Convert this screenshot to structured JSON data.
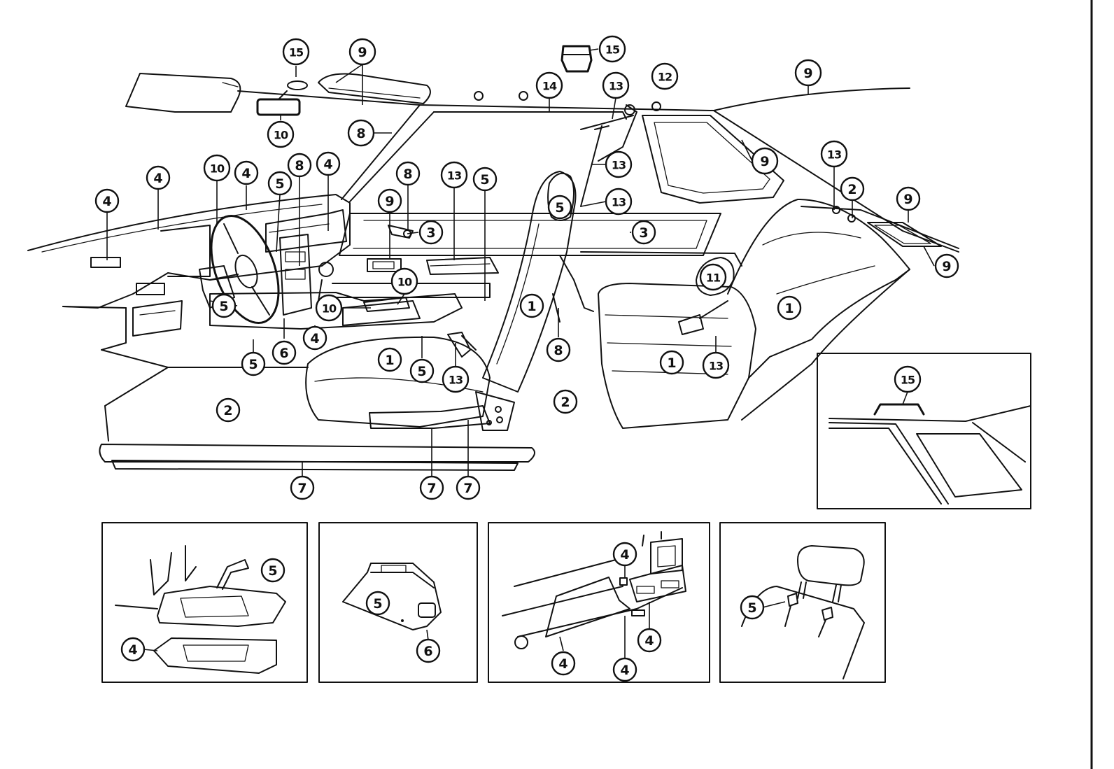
{
  "callouts": {
    "main": [
      {
        "id": "m1",
        "num": "15"
      },
      {
        "id": "m2",
        "num": "9"
      },
      {
        "id": "m3",
        "num": "15"
      },
      {
        "id": "m4",
        "num": "9"
      },
      {
        "id": "m5",
        "num": "12"
      },
      {
        "id": "m6",
        "num": "14"
      },
      {
        "id": "m7",
        "num": "13"
      },
      {
        "id": "m8",
        "num": "10"
      },
      {
        "id": "m9",
        "num": "8"
      },
      {
        "id": "m10",
        "num": "13"
      },
      {
        "id": "m11",
        "num": "9"
      },
      {
        "id": "m12",
        "num": "13"
      },
      {
        "id": "m13",
        "num": "2"
      },
      {
        "id": "m14",
        "num": "9"
      },
      {
        "id": "m15",
        "num": "9"
      },
      {
        "id": "m16",
        "num": "4"
      },
      {
        "id": "m17",
        "num": "10"
      },
      {
        "id": "m18",
        "num": "4"
      },
      {
        "id": "m19",
        "num": "8"
      },
      {
        "id": "m20",
        "num": "4"
      },
      {
        "id": "m21",
        "num": "4"
      },
      {
        "id": "m22",
        "num": "5"
      },
      {
        "id": "m23",
        "num": "8"
      },
      {
        "id": "m24",
        "num": "13"
      },
      {
        "id": "m25",
        "num": "5"
      },
      {
        "id": "m26",
        "num": "9"
      },
      {
        "id": "m27",
        "num": "3"
      },
      {
        "id": "m28",
        "num": "5"
      },
      {
        "id": "m29",
        "num": "13"
      },
      {
        "id": "m30",
        "num": "3"
      },
      {
        "id": "m31",
        "num": "11"
      },
      {
        "id": "m32",
        "num": "10"
      },
      {
        "id": "m33",
        "num": "10"
      },
      {
        "id": "m34",
        "num": "1"
      },
      {
        "id": "m35",
        "num": "1"
      },
      {
        "id": "m36",
        "num": "5"
      },
      {
        "id": "m37",
        "num": "6"
      },
      {
        "id": "m38",
        "num": "4"
      },
      {
        "id": "m39",
        "num": "8"
      },
      {
        "id": "m40",
        "num": "5"
      },
      {
        "id": "m41",
        "num": "1"
      },
      {
        "id": "m42",
        "num": "5"
      },
      {
        "id": "m43",
        "num": "13"
      },
      {
        "id": "m44",
        "num": "1"
      },
      {
        "id": "m45",
        "num": "13"
      },
      {
        "id": "m46",
        "num": "2"
      },
      {
        "id": "m47",
        "num": "2"
      },
      {
        "id": "m48",
        "num": "7"
      },
      {
        "id": "m49",
        "num": "7"
      },
      {
        "id": "m50",
        "num": "7"
      }
    ],
    "inset_handle": [
      {
        "id": "i1",
        "num": "15"
      }
    ],
    "inset_console": [
      {
        "id": "c1",
        "num": "5"
      },
      {
        "id": "c2",
        "num": "4"
      }
    ],
    "inset_column": [
      {
        "id": "k1",
        "num": "5"
      },
      {
        "id": "k2",
        "num": "6"
      }
    ],
    "inset_glovebox": [
      {
        "id": "g1",
        "num": "4"
      },
      {
        "id": "g2",
        "num": "4"
      },
      {
        "id": "g3",
        "num": "4"
      },
      {
        "id": "g4",
        "num": "4"
      }
    ],
    "inset_headrest": [
      {
        "id": "h1",
        "num": "5"
      }
    ]
  }
}
